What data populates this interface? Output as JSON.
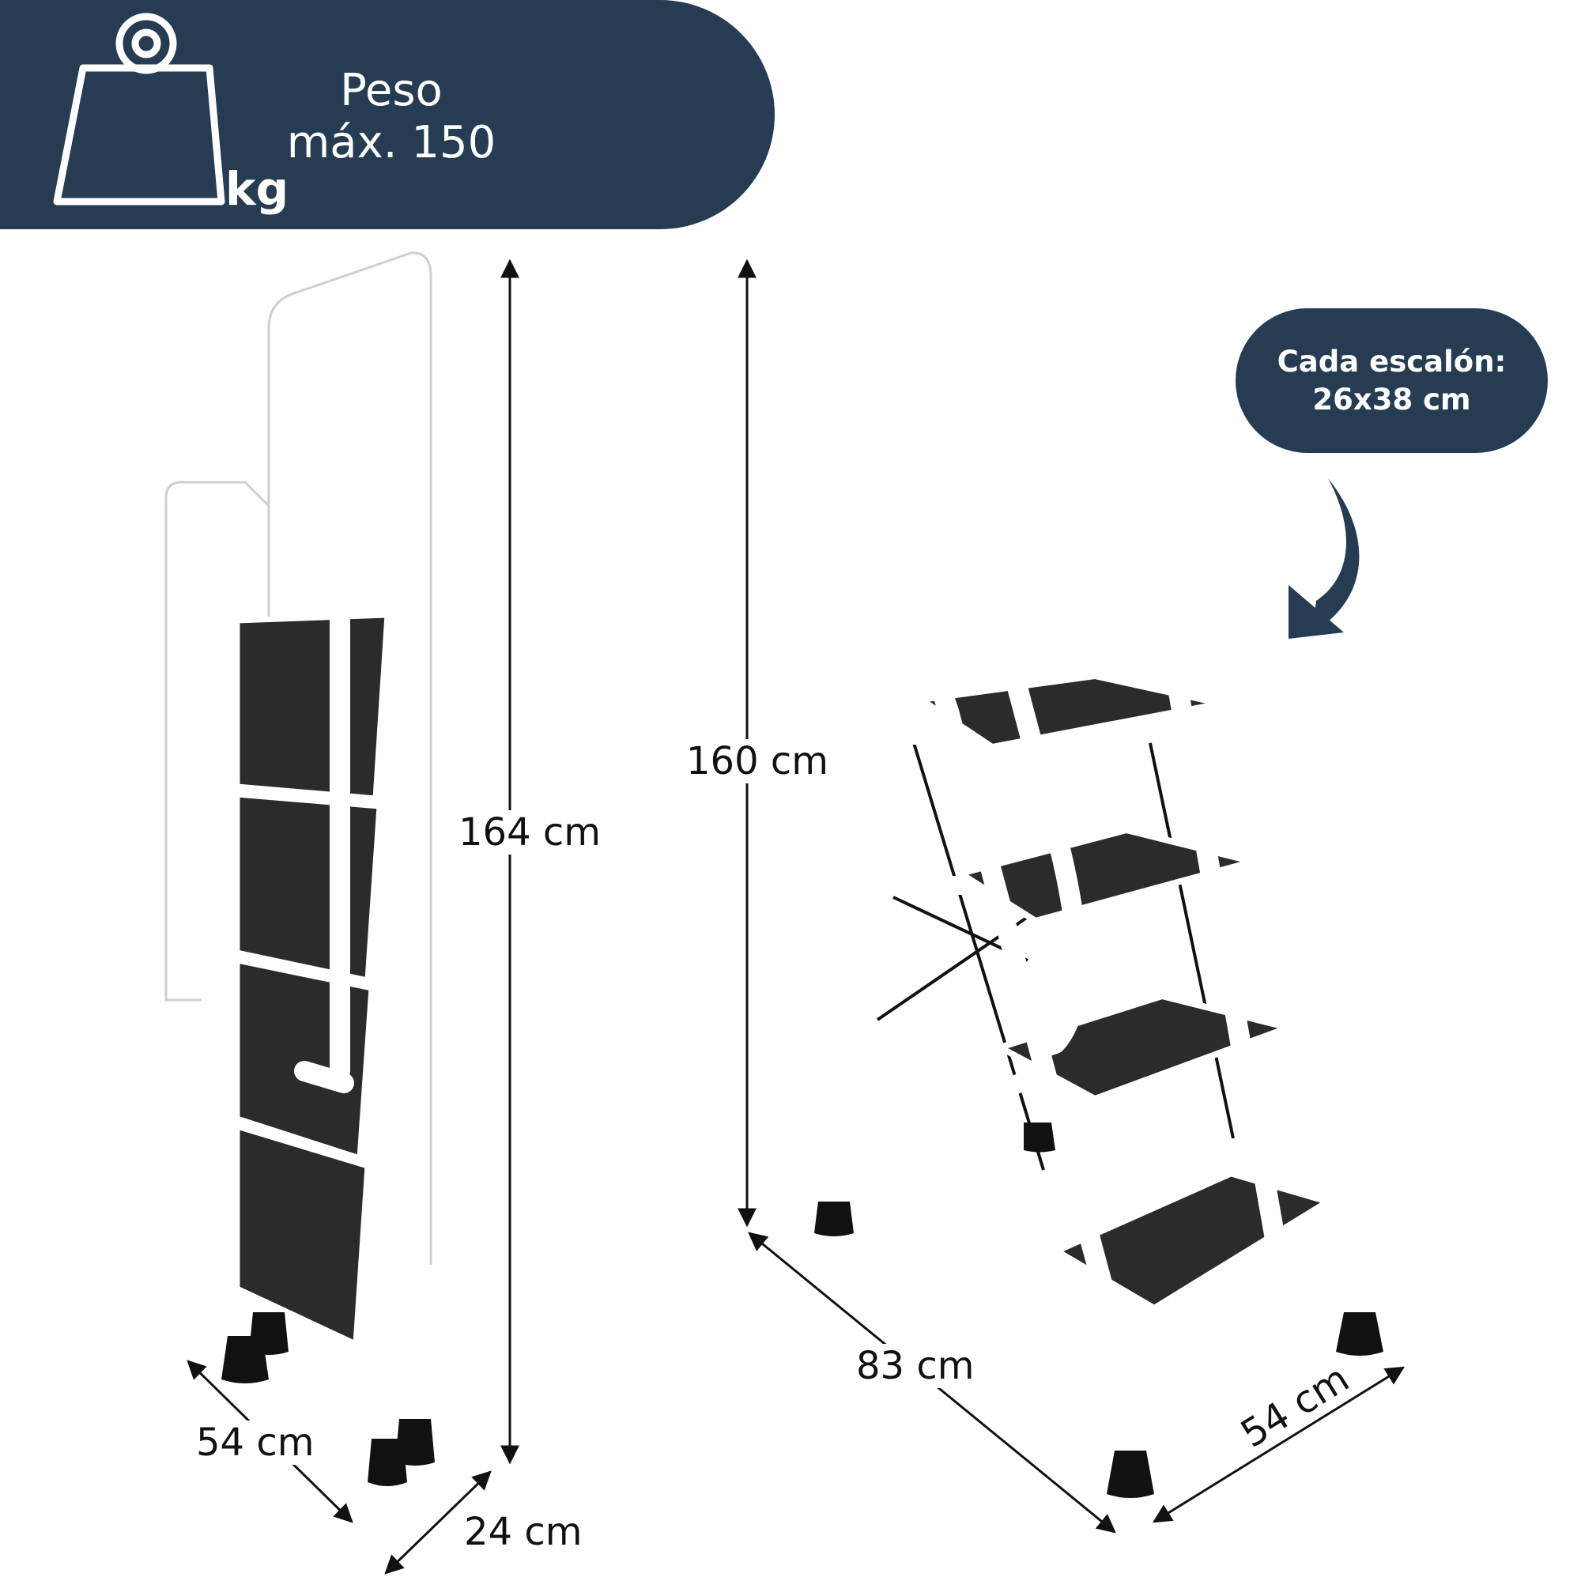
{
  "weight": {
    "line1": "Peso",
    "line2": "máx. 150",
    "unit": "kg"
  },
  "step": {
    "line1": "Cada escalón:",
    "line2": "26x38 cm"
  },
  "dimensions": {
    "folded_height": "164 cm",
    "folded_width": "54 cm",
    "folded_depth": "24 cm",
    "open_height": "160 cm",
    "open_depth": "83 cm",
    "open_width": "54 cm"
  },
  "colors": {
    "navy": "#253c52",
    "tread": "#2b2b2b",
    "frame": "#ffffff"
  },
  "icons": [
    "weight-icon",
    "curved-arrow-icon"
  ]
}
